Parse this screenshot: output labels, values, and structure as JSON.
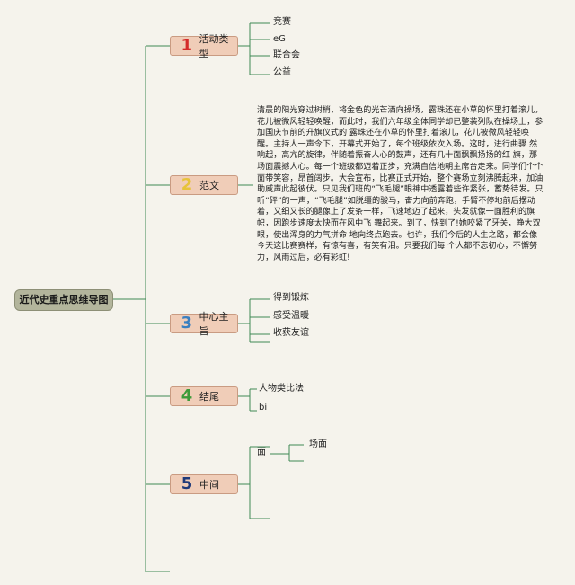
{
  "root": {
    "label": "近代史重点思维导图"
  },
  "branches": [
    {
      "num": "1",
      "num_color": "#d42b2b",
      "label": "活动类型",
      "children": [
        "竞赛",
        "eG",
        "联合会",
        "公益"
      ]
    },
    {
      "num": "2",
      "num_color": "#e7c33a",
      "label": "范文",
      "essay": "清晨的阳光穿过树梢，将金色的光芒洒向操场，露珠还在小草的怀里打着滚儿，花儿被微风轻轻唤醒，而此时，我们六年级全体同学却已整装列队在操场上，参加国庆节前的升旗仪式的 露珠还在小草的怀里打着滚儿，花儿被微风轻轻唤醒。主持人一声令下，开幕式开始了，每个班级依次入场。这时，进行曲骤 然响起，高亢的旋律，伴随着振奋人心的鼓声，还有几十面飘飘扬扬的红 旗，那场面震撼人心。每一个班级都迈着正步，充满自信地朝主席台走来。同学们个个面带笑容，昂首阔步。大会宣布，比赛正式开始，整个赛场立刻沸腾起来，加油助威声此起彼伏。只见我们班的“飞毛腿”眼神中透露着些许紧张，蓄势待发。只听“砰”的一声，“飞毛腿”如脱缰的骏马，奋力向前奔跑，手臂不停地前后摆动着，又细又长的腿像上了发条一样，飞速地迈了起来，头发就像一面胜利的旗帜，因跑步速度太快而在风中飞 舞起来。到了，快到了!她咬紧了牙关，睁大双眼，使出浑身的力气拼命 地向终点跑去。也许，我们今后的人生之路，都会像今天这比赛赛样，有惊有喜，有笑有泪。只要我们每 个人都不忘初心，不懈努力，风雨过后，必有彩虹!"
    },
    {
      "num": "3",
      "num_color": "#3a7fc0",
      "label": "中心主旨",
      "children": [
        "得到锻炼",
        "感受温暖",
        "收获友谊"
      ]
    },
    {
      "num": "4",
      "num_color": "#3e9a3a",
      "label": "结尾",
      "children": [
        "人物类比法",
        "bi"
      ]
    },
    {
      "num": "5",
      "num_color": "#1f3a7a",
      "label": "中间",
      "children": [
        "面"
      ],
      "grandchildren": [
        "场面"
      ]
    }
  ]
}
